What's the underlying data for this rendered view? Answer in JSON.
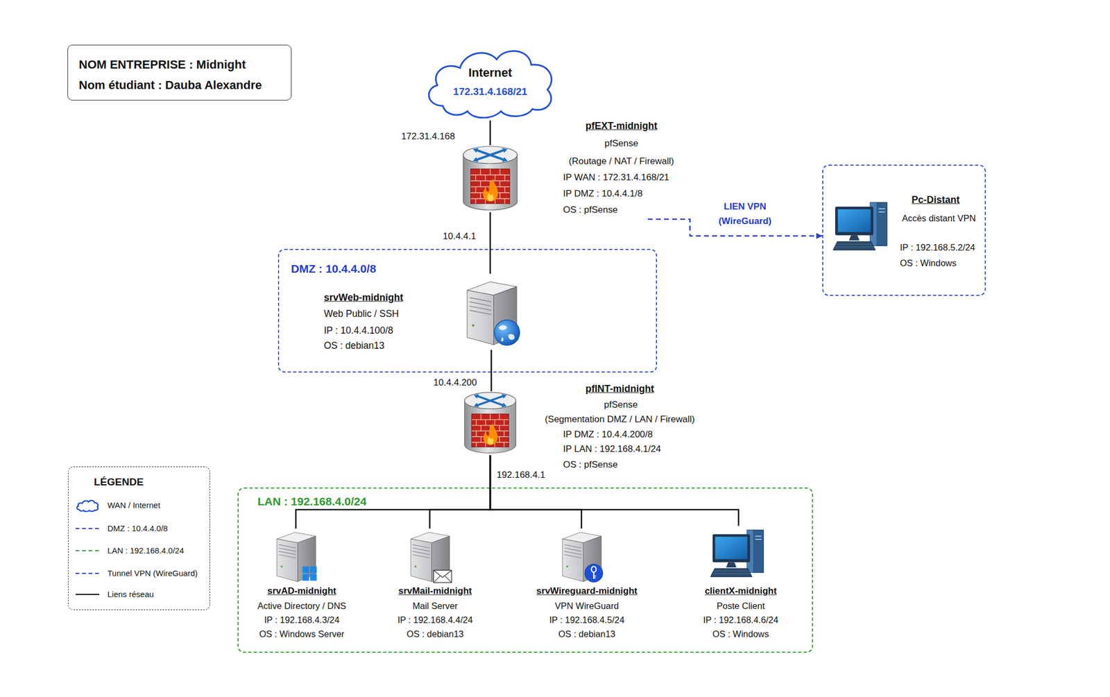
{
  "diagram": {
    "nodes": [
      {
        "text": [
          "NOM ENTREPRISE : Midnight",
          "Nom étudiant : Dauba Alexandre"
        ]
      },
      {
        "text": [
          "Internet",
          "172.31.4.168/21"
        ]
      },
      {
        "text": [
          "pfEXT-midnight",
          "pfSense",
          "(Routage / NAT / Firewall)",
          "IP WAN : 172.31.4.168/21",
          "IP DMZ : 10.4.4.1/8",
          "OS : pfSense"
        ]
      },
      {
        "text": [
          "Pc-Distant",
          "Accès distant VPN",
          "IP : 192.168.5.2/24",
          "OS : Windows"
        ]
      },
      {
        "text": [
          "DMZ : 10.4.4.0/8"
        ]
      },
      {
        "text": [
          "srvWeb-midnight",
          "Web Public / SSH",
          "IP : 10.4.4.100/8",
          "OS : debian13"
        ],
        "in": 4
      },
      {
        "text": [
          "pfINT-midnight",
          "pfSense",
          "(Segmentation DMZ / LAN / Firewall)",
          "IP DMZ : 10.4.4.200/8",
          "IP LAN : 192.168.4.1/24",
          "OS : pfSense"
        ]
      },
      {
        "text": [
          "LAN : 192.168.4.0/24"
        ]
      },
      {
        "text": [
          "srvAD-midnight",
          "Active Directory / DNS",
          "IP : 192.168.4.3/24",
          "OS : Windows Server"
        ],
        "in": 7
      },
      {
        "text": [
          "srvMail-midnight",
          "Mail Server",
          "IP : 192.168.4.4/24",
          "OS : debian13"
        ],
        "in": 7
      },
      {
        "text": [
          "srvWireguard-midnight",
          "VPN WireGuard",
          "IP : 192.168.4.5/24",
          "OS : debian13"
        ],
        "in": 7
      },
      {
        "text": [
          "clientX-midnight",
          "Poste Client",
          "IP : 192.168.4.6/24",
          "OS : Windows"
        ],
        "in": 7
      }
    ],
    "edges": [
      {
        "from": 1,
        "to": 2,
        "arrow": "none"
      },
      {
        "from": 2,
        "to": 5,
        "arrow": "none"
      },
      {
        "from": 5,
        "to": 6,
        "arrow": "none"
      },
      {
        "from": 2,
        "to": 3,
        "label": "LIEN VPN (WireGuard)",
        "arrow": "to"
      },
      {
        "from": 6,
        "to": 8,
        "arrow": "none"
      },
      {
        "from": 6,
        "to": 9,
        "arrow": "none"
      },
      {
        "from": 6,
        "to": 10,
        "arrow": "none"
      },
      {
        "from": 6,
        "to": 11,
        "arrow": "none"
      }
    ],
    "labels": [
      "172.31.4.168",
      "10.4.4.1",
      "10.4.4.200",
      "192.168.4.1",
      "LÉGENDE"
    ],
    "legend": [
      {
        "text": "WAN / Internet"
      },
      {
        "text": "DMZ : 10.4.4.0/8"
      },
      {
        "text": "LAN : 192.168.4.0/24"
      },
      {
        "text": "Tunnel VPN (WireGuard)"
      },
      {
        "text": "Liens réseau"
      }
    ]
  }
}
